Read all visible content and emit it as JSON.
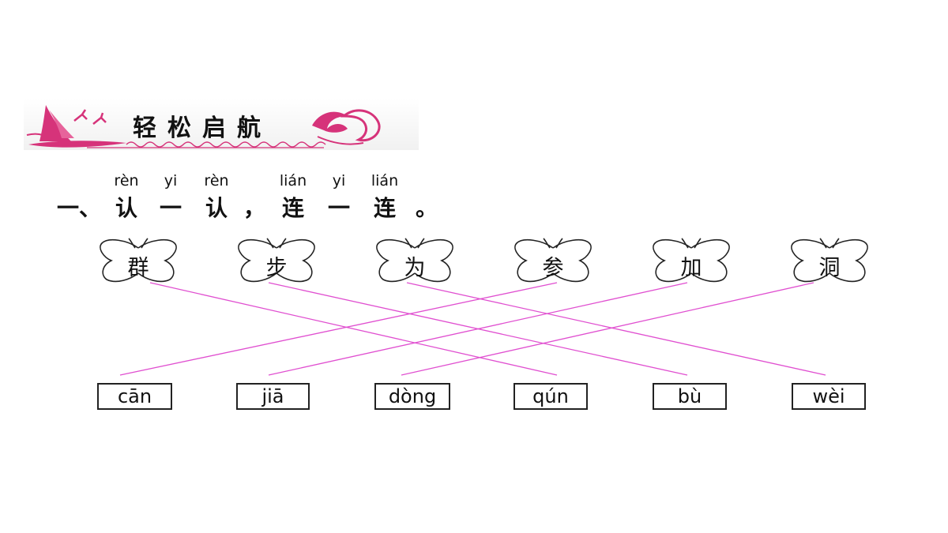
{
  "banner": {
    "title": "轻松启航"
  },
  "instruction": {
    "pinyin": [
      "rèn",
      "yi",
      "rèn",
      "lián",
      "yi",
      "lián"
    ],
    "number": "一、",
    "chars": [
      "认",
      "一",
      "认",
      "，",
      "连",
      "一",
      "连",
      "。"
    ]
  },
  "characters": [
    "群",
    "步",
    "为",
    "参",
    "加",
    "洞"
  ],
  "pinyin_boxes": [
    "cān",
    "jiā",
    "dòng",
    "qún",
    "bù",
    "wèi"
  ],
  "matches": [
    [
      0,
      3
    ],
    [
      1,
      4
    ],
    [
      2,
      5
    ],
    [
      3,
      0
    ],
    [
      4,
      1
    ],
    [
      5,
      2
    ]
  ],
  "colors": {
    "accent": "#d6337a",
    "line": "#e04fd0",
    "banner_border": "#d23a7e"
  },
  "icons": [
    "sailboat-icon",
    "birds-icon",
    "wave-ornament-icon",
    "butterfly-icon"
  ]
}
